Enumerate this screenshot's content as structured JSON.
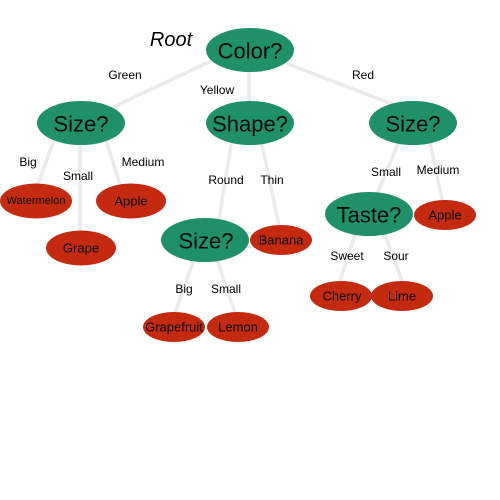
{
  "root_label": "Root",
  "colors": {
    "question_node": "#1f9068",
    "leaf_node": "#c42a10",
    "edge": "#ebebeb"
  },
  "nodes": {
    "color": "Color?",
    "size_green": "Size?",
    "shape_yellow": "Shape?",
    "size_red": "Size?",
    "size_round": "Size?",
    "taste": "Taste?",
    "watermelon": "Watermelon",
    "apple_green": "Apple",
    "grape": "Grape",
    "banana": "Banana",
    "grapefruit": "Grapefruit",
    "lemon": "Lemon",
    "apple_red": "Apple",
    "cherry": "Cherry",
    "lime": "Lime"
  },
  "edges": {
    "color_green": "Green",
    "color_yellow": "Yellow",
    "color_red": "Red",
    "sizeg_big": "Big",
    "sizeg_small": "Small",
    "sizeg_medium": "Medium",
    "shape_round": "Round",
    "shape_thin": "Thin",
    "sizer_small": "Small",
    "sizer_medium": "Medium",
    "sizer2_big": "Big",
    "sizer2_small": "Small",
    "taste_sweet": "Sweet",
    "taste_sour": "Sour"
  }
}
